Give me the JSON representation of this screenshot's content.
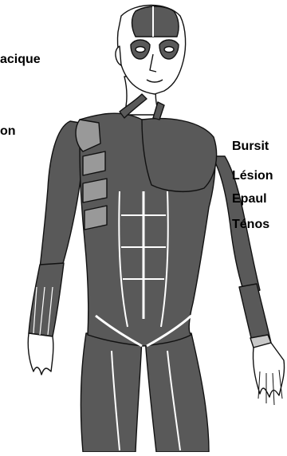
{
  "colors": {
    "muscle": "#595959",
    "muscle_light": "#999999",
    "skin": "#ffffff",
    "outline": "#111111",
    "label_text": "#000000"
  },
  "labels_left": [
    "acique",
    "on"
  ],
  "labels_right": [
    "Bursit",
    "Lésion",
    "Epaul",
    "Ténos"
  ]
}
